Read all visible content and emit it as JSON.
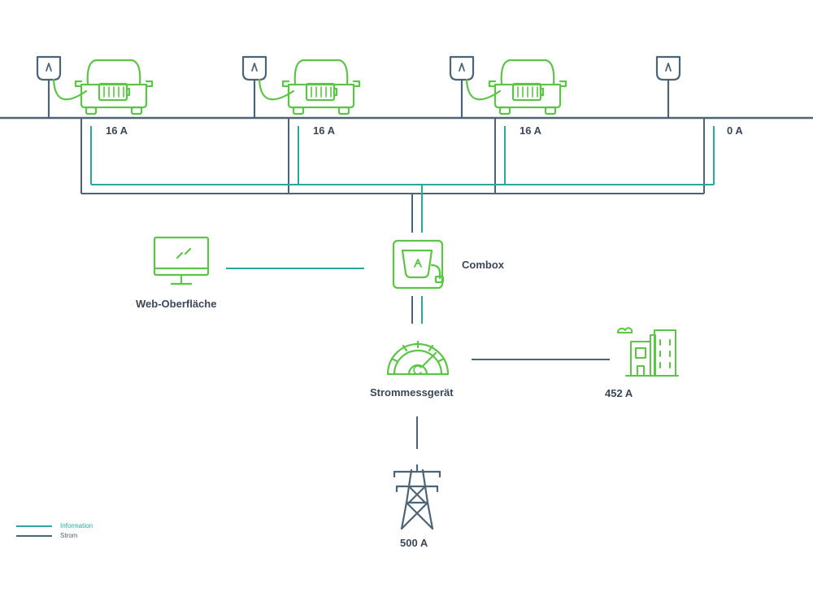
{
  "colors": {
    "green": "#5bc545",
    "teal": "#2ba89e",
    "slate": "#4d6474",
    "text": "#3b4756"
  },
  "stations": [
    {
      "current": "16 A",
      "occupied": true
    },
    {
      "current": "16 A",
      "occupied": true
    },
    {
      "current": "16 A",
      "occupied": true
    },
    {
      "current": "0 A",
      "occupied": false
    }
  ],
  "nodes": {
    "web": "Web-Oberfläche",
    "combox": "Combox",
    "meter": "Strommessgerät",
    "building": "452 A",
    "grid": "500 A"
  },
  "legend": {
    "information": "Information",
    "strom": "Strom"
  }
}
